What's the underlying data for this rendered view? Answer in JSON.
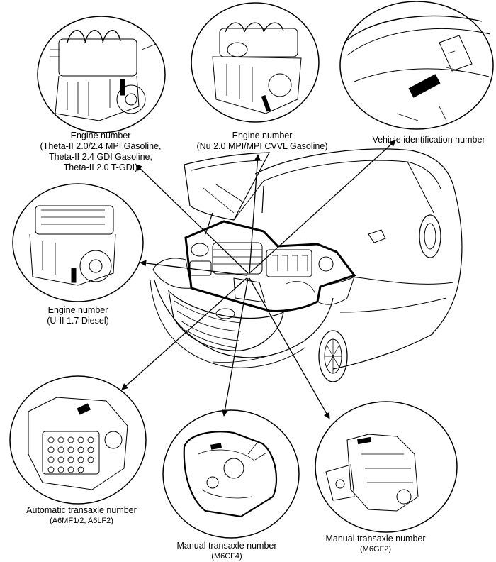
{
  "labels": {
    "engine_theta": {
      "title": "Engine number",
      "lines": [
        "(Theta-II 2.0/2.4 MPI Gasoline,",
        "Theta-II 2.4 GDI Gasoline,",
        "Theta-II 2.0 T-GDI)"
      ]
    },
    "engine_nu": {
      "title": "Engine number",
      "lines": [
        "(Nu 2.0 MPI/MPI CVVL Gasoline)"
      ]
    },
    "vin": {
      "title": "Vehicle identification number"
    },
    "engine_u2": {
      "title": "Engine number",
      "lines": [
        "(U-II 1.7 Diesel)"
      ]
    },
    "auto_transaxle": {
      "title": "Automatic transaxle number",
      "lines": [
        "(A6MF1/2, A6LF2)"
      ]
    },
    "manual_m6cf4": {
      "title": "Manual transaxle number",
      "lines": [
        "(M6CF4)"
      ]
    },
    "manual_m6gf2": {
      "title": "Manual transaxle number",
      "lines": [
        "(M6GF2)"
      ]
    }
  }
}
